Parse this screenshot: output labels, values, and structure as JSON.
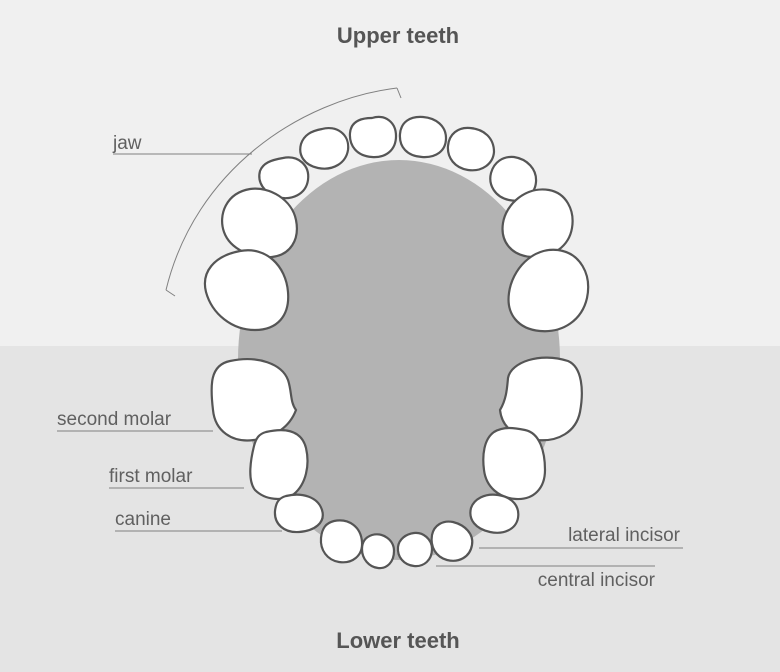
{
  "headings": {
    "upper": "Upper teeth",
    "lower": "Lower teeth"
  },
  "labels": {
    "jaw": "jaw",
    "second_molar": "second molar",
    "first_molar": "first molar",
    "canine": "canine",
    "lateral_incisor": "lateral incisor",
    "central_incisor": "central incisor"
  },
  "colors": {
    "upper_background": "#f0f0f0",
    "lower_background": "#e4e4e4",
    "palate": "#b3b3b3",
    "tooth_fill": "#ffffff",
    "tooth_outline": "#555555",
    "text": "#606060"
  }
}
